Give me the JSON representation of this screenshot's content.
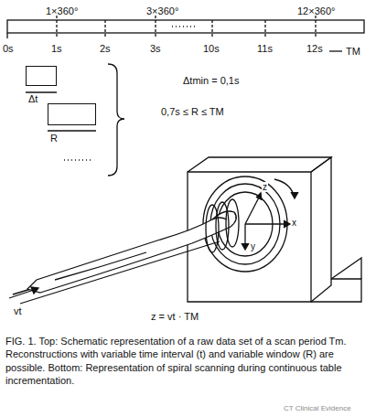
{
  "diagram": {
    "caption": "FIG. 1. Top: Schematic representation of a raw data set of a scan period Tm. Reconstructions with variable time interval (t) and variable window (R) are possible. Bottom: Representation of spiral scanning during continuous table incrementation.",
    "nodes": [
      {
        "text": [
          "Δt"
        ]
      },
      {
        "text": [
          "R"
        ]
      }
    ],
    "labels": [
      "1×360°",
      "3×360°",
      "12×360°",
      "0s",
      "1s",
      "2s",
      "3s",
      "10s",
      "11s",
      "12s",
      "TM",
      "Δtmin = 0,1s",
      "0,7s ≤ R ≤ TM",
      "z",
      "x",
      "y",
      "vt",
      "z = vt · TM",
      "CT Clinical Evidence"
    ]
  }
}
